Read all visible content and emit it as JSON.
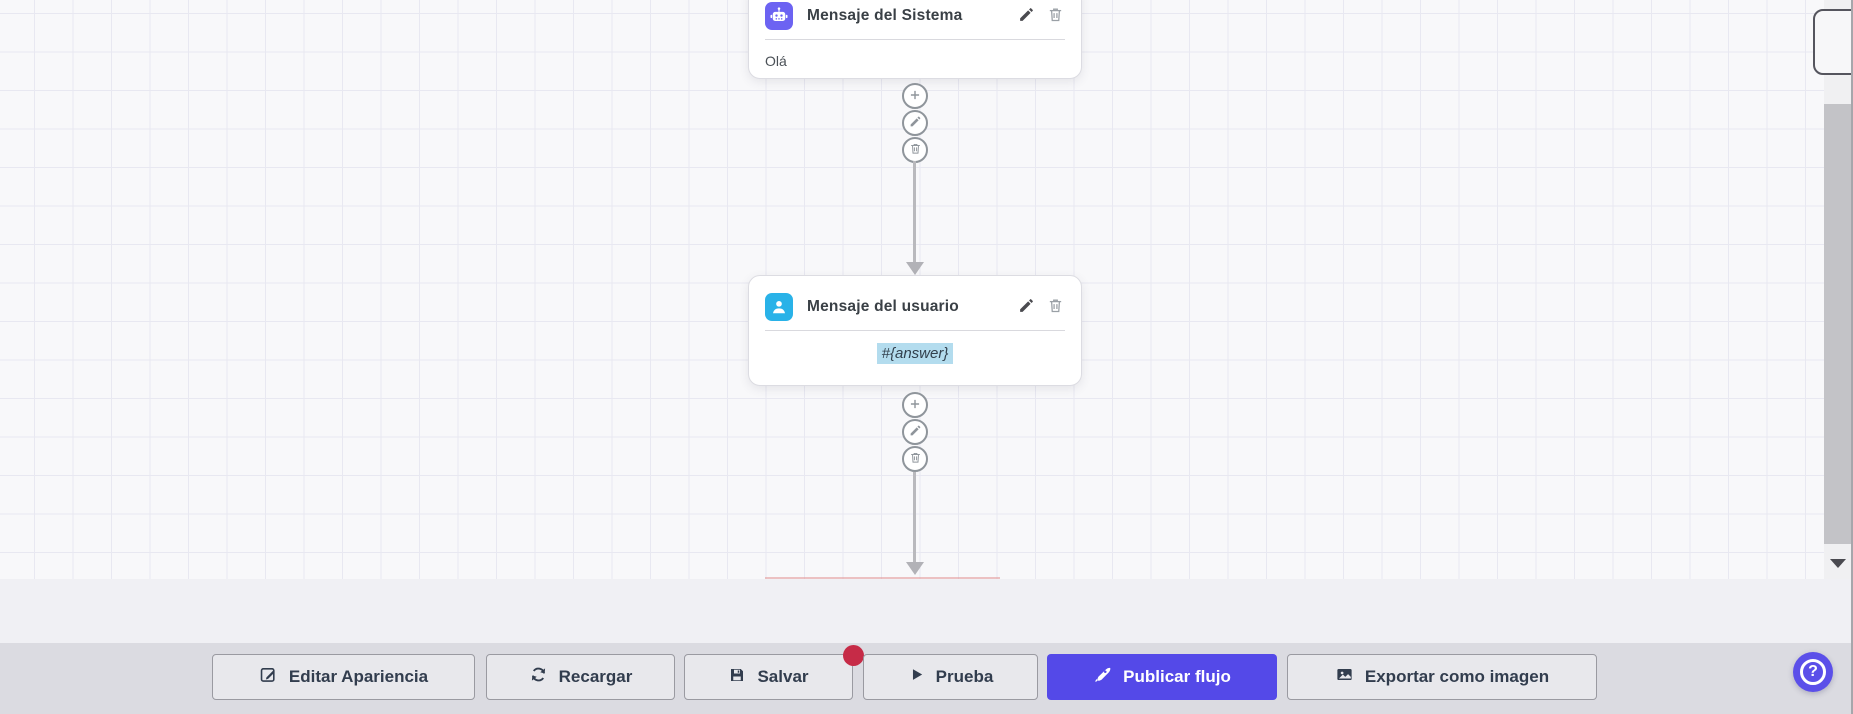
{
  "colors": {
    "canvas_bg": "#f8f8fa",
    "grid_line": "#e8e8f1",
    "system_icon_bg": "#6c63f2",
    "user_icon_bg": "#29b2e8",
    "highlight_bg": "#b3dcee",
    "connector_gray": "#8f959b",
    "arrow_gray": "#b4b4b9",
    "strip_bg": "#f0f0f4",
    "toolbar_bg": "#dbdbe1",
    "button_bg": "#e8e8ec",
    "button_text": "#323d4e",
    "primary": "#5449e8",
    "alert_dot": "#c62b47",
    "help_bg": "#5b4fe9"
  },
  "nodes": [
    {
      "title": "Mensaje del Sistema",
      "body": "Olá",
      "icon": "robot-icon"
    },
    {
      "title": "Mensaje del usuario",
      "body": "#{answer}",
      "icon": "person-icon"
    }
  ],
  "connector_menu": {
    "buttons": [
      "add",
      "edit",
      "delete"
    ]
  },
  "toolbar": {
    "buttons": [
      {
        "label": "Editar Apariencia",
        "icon": "edit-square-icon"
      },
      {
        "label": "Recargar",
        "icon": "refresh-icon"
      },
      {
        "label": "Salvar",
        "icon": "save-icon",
        "badge": true
      },
      {
        "label": "Prueba",
        "icon": "play-icon"
      },
      {
        "label": "Publicar flujo",
        "icon": "rocket-icon",
        "primary": true
      },
      {
        "label": "Exportar como imagen",
        "icon": "image-icon"
      }
    ]
  },
  "help": {
    "label": "?"
  }
}
